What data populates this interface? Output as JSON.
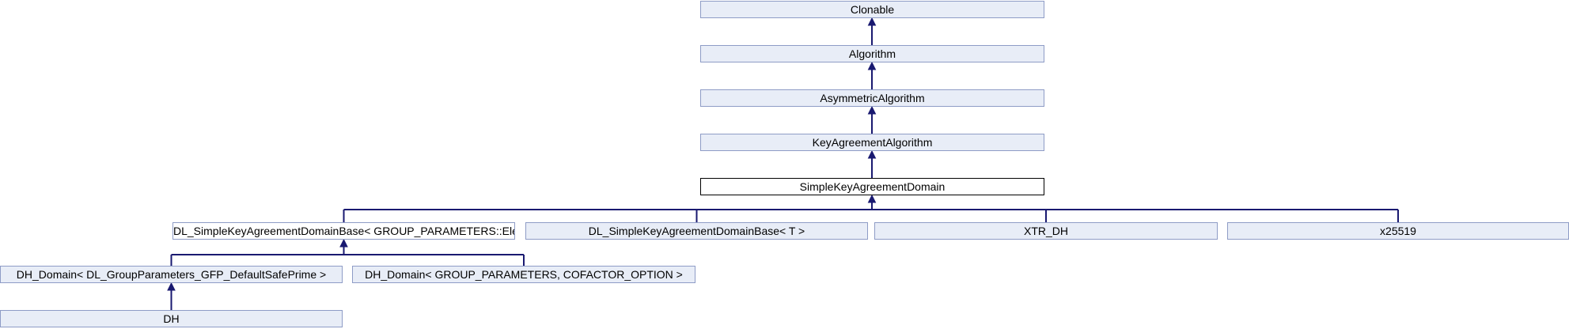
{
  "diagram": {
    "kind": "class-inheritance-graph",
    "colors": {
      "node_fill": "#e8edf7",
      "node_border": "#8e9cc6",
      "plain_fill": "#ffffff",
      "current_fill": "#ffffff",
      "current_border": "#000000",
      "arrow": "#191970",
      "text_color": "#000000",
      "bg": "#ffffff"
    },
    "nodes": {
      "clonable": {
        "label": "Clonable"
      },
      "algorithm": {
        "label": "Algorithm"
      },
      "asymmetric_algorithm": {
        "label": "AsymmetricAlgorithm"
      },
      "key_agreement_algorithm": {
        "label": "KeyAgreementAlgorithm"
      },
      "simple_key_agreement_domain": {
        "label": "SimpleKeyAgreementDomain"
      },
      "dl_base_element": {
        "label": "DL_SimpleKeyAgreementDomainBase< GROUP_PARAMETERS::Element >"
      },
      "dl_base_t": {
        "label": "DL_SimpleKeyAgreementDomainBase< T >"
      },
      "xtr_dh": {
        "label": "XTR_DH"
      },
      "x25519": {
        "label": "x25519"
      },
      "dh_domain_safeprime": {
        "label": "DH_Domain< DL_GroupParameters_GFP_DefaultSafePrime >"
      },
      "dh_domain_cofactor": {
        "label": "DH_Domain< GROUP_PARAMETERS, COFACTOR_OPTION >"
      },
      "dh": {
        "label": "DH"
      }
    },
    "edges": [
      {
        "from": "Algorithm",
        "to": "Clonable"
      },
      {
        "from": "AsymmetricAlgorithm",
        "to": "Algorithm"
      },
      {
        "from": "KeyAgreementAlgorithm",
        "to": "AsymmetricAlgorithm"
      },
      {
        "from": "SimpleKeyAgreementDomain",
        "to": "KeyAgreementAlgorithm"
      },
      {
        "from": "DL_SimpleKeyAgreementDomainBase< GROUP_PARAMETERS::Element >",
        "to": "SimpleKeyAgreementDomain"
      },
      {
        "from": "DL_SimpleKeyAgreementDomainBase< T >",
        "to": "SimpleKeyAgreementDomain"
      },
      {
        "from": "XTR_DH",
        "to": "SimpleKeyAgreementDomain"
      },
      {
        "from": "x25519",
        "to": "SimpleKeyAgreementDomain"
      },
      {
        "from": "DH_Domain< DL_GroupParameters_GFP_DefaultSafePrime >",
        "to": "DL_SimpleKeyAgreementDomainBase< GROUP_PARAMETERS::Element >"
      },
      {
        "from": "DH_Domain< GROUP_PARAMETERS, COFACTOR_OPTION >",
        "to": "DL_SimpleKeyAgreementDomainBase< GROUP_PARAMETERS::Element >"
      },
      {
        "from": "DH",
        "to": "DH_Domain< DL_GroupParameters_GFP_DefaultSafePrime >"
      }
    ]
  }
}
